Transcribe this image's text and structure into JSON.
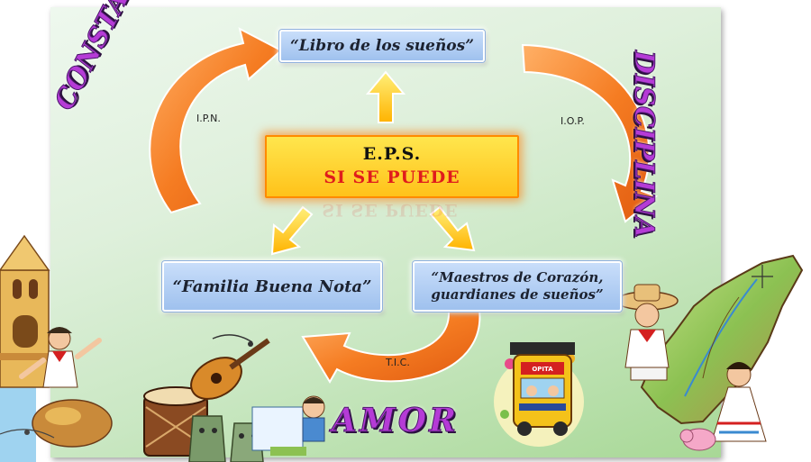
{
  "diagram": {
    "top_box": "“Libro de los sueños”",
    "center": {
      "line1": "E.P.S.",
      "line2": "SI SE PUEDE"
    },
    "left_box": "“Familia Buena Nota”",
    "right_box": {
      "line1": "“Maestros de Corazón,",
      "line2": "guardianes de sueños”"
    },
    "labels": {
      "ipn": "I.P.N.",
      "iop": "I.O.P.",
      "tic": "T.I.C."
    },
    "words": {
      "left": "CONSTANCIA",
      "right": "DISCIPLINA",
      "bottom": "AMOR"
    },
    "bus_sign": "OPITA",
    "colors": {
      "box_fill": "#a9c8f2",
      "center_fill": "#ffd21f",
      "center_text_red": "#e01c1c",
      "cycle_arrow": "#f07a2a",
      "center_arrow": "#ffc21a",
      "word_purple": "#b53bd6"
    }
  }
}
